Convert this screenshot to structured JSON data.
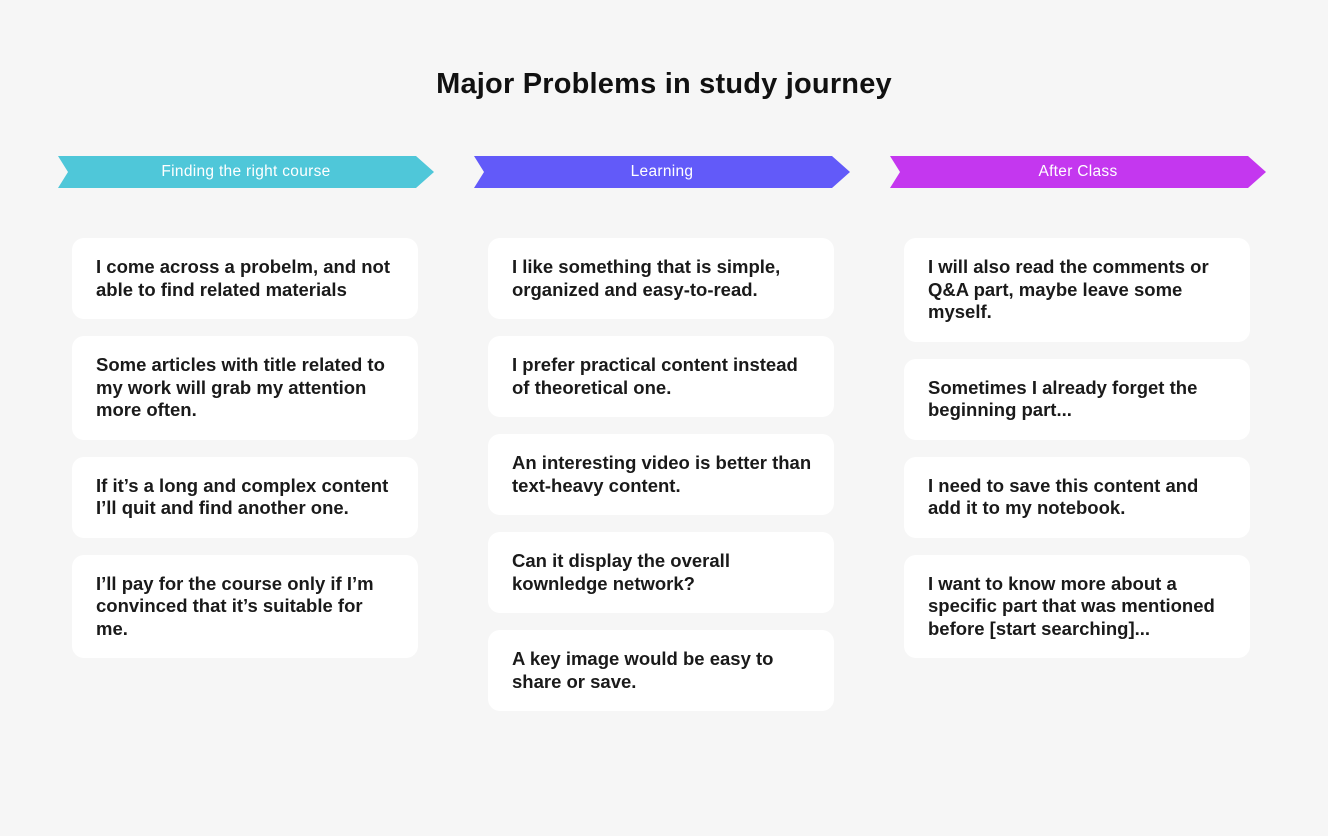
{
  "title": "Major Problems in study journey",
  "stages": [
    {
      "label": "Finding the right course",
      "color": "#4fc7d9",
      "cards": [
        "I come across a probelm, and not able to find related materials",
        "Some articles with title related to my work will grab my attention more often.",
        "If it’s a long and complex content I’ll quit and find another one.",
        "I’ll pay for the course only if I’m convinced that it’s suitable for me."
      ]
    },
    {
      "label": "Learning",
      "color": "#625af9",
      "cards": [
        "I like something that is simple, organized and easy-to-read.",
        "I prefer practical content instead of theoretical one.",
        "An interesting video is better than text-heavy content.",
        "Can it display the overall kownledge network?",
        "A key image would be easy to share or save."
      ]
    },
    {
      "label": "After Class",
      "color": "#c437ef",
      "cards": [
        "I will also read the comments or Q&A part, maybe leave some myself.",
        "Sometimes I already forget the beginning part...",
        "I need to save this content and add it to my notebook.",
        "I want to know more about a specific part that was mentioned before [start searching]..."
      ]
    }
  ]
}
